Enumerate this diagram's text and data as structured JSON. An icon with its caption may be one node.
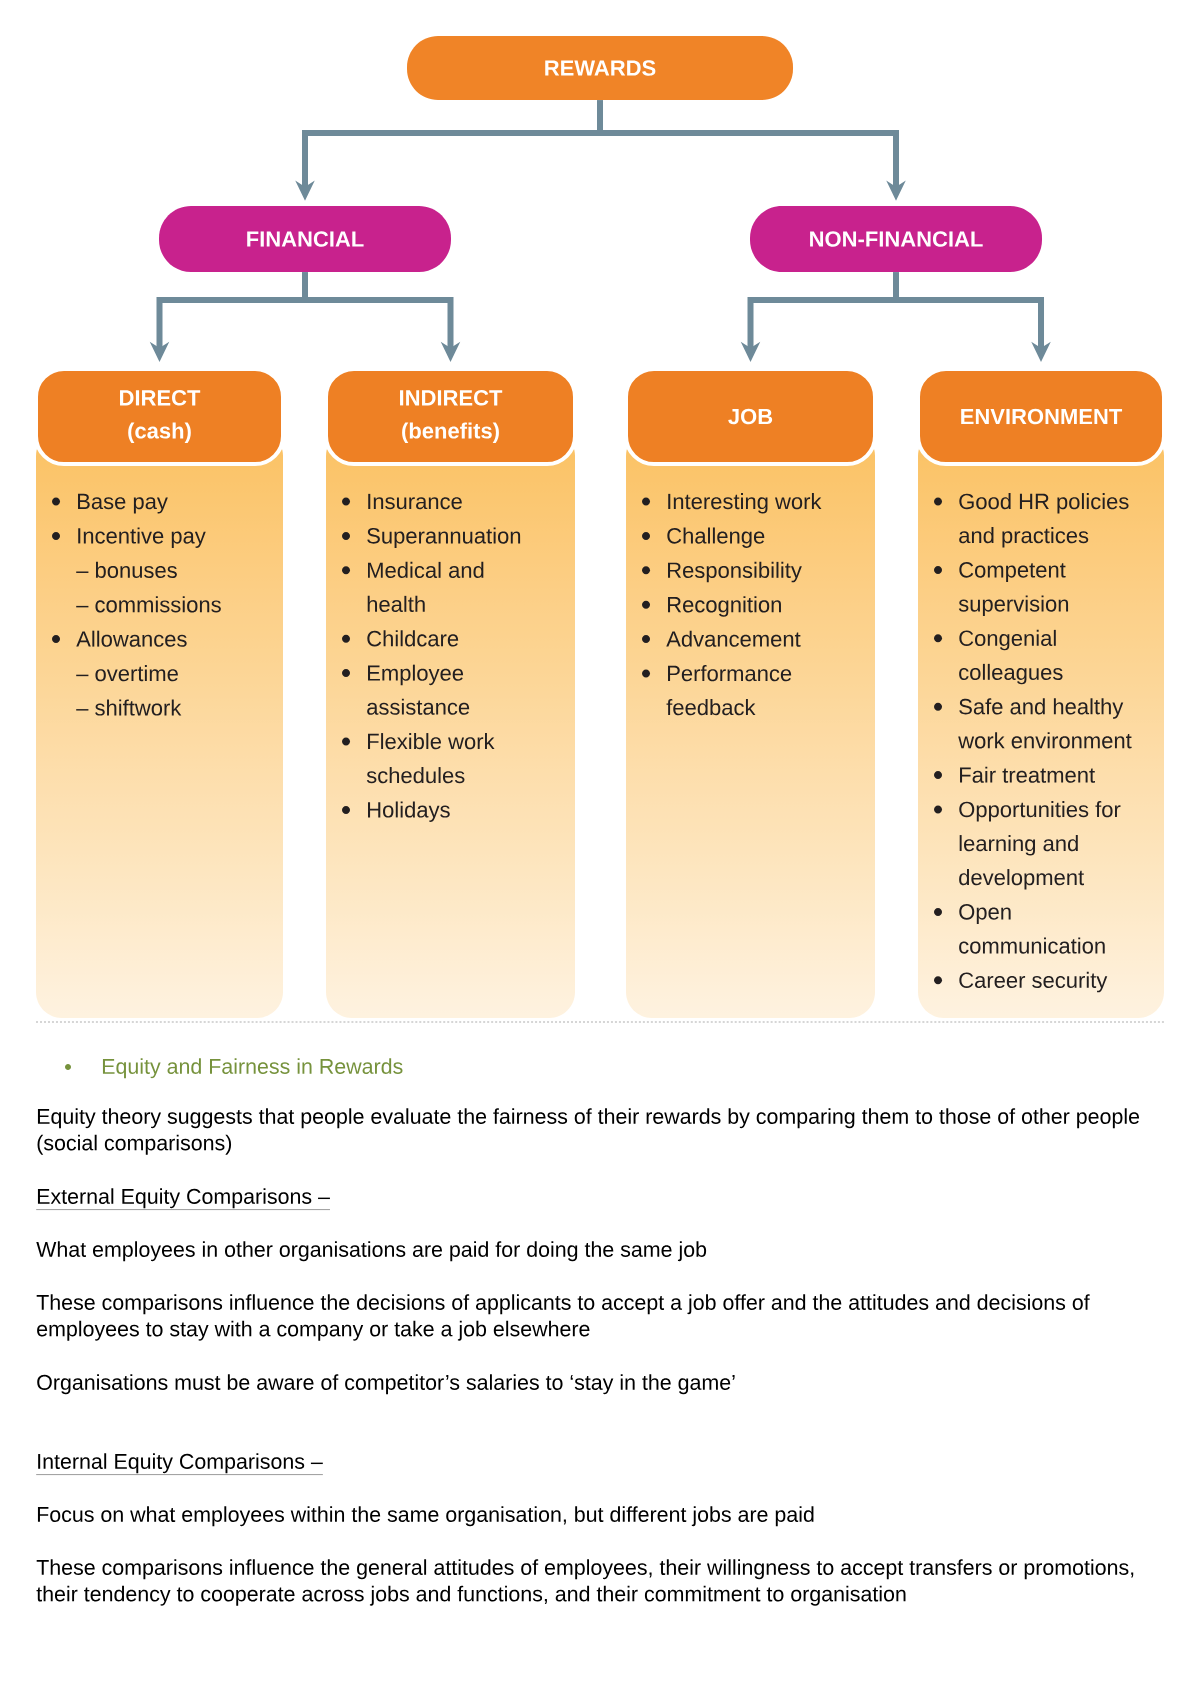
{
  "diagram": {
    "nodes": [
      {
        "text": [
          "REWARDS"
        ]
      },
      {
        "text": [
          "FINANCIAL"
        ]
      },
      {
        "text": [
          "NON-FINANCIAL"
        ]
      },
      {
        "text": [
          "DIRECT (cash)",
          "Base pay",
          "Incentive pay",
          "– bonuses",
          "– commissions",
          "Allowances",
          "– overtime",
          "– shiftwork"
        ]
      },
      {
        "text": [
          "INDIRECT (benefits)",
          "Insurance",
          "Superannuation",
          "Medical and health",
          "Childcare",
          "Employee assistance",
          "Flexible work schedules",
          "Holidays"
        ]
      },
      {
        "text": [
          "JOB",
          "Interesting work",
          "Challenge",
          "Responsibility",
          "Recognition",
          "Advancement",
          "Performance feedback"
        ]
      },
      {
        "text": [
          "ENVIRONMENT",
          "Good HR policies and practices",
          "Competent supervision",
          "Congenial colleagues",
          "Safe and healthy work environment",
          "Fair treatment",
          "Opportunities for learning and development",
          "Open communication",
          "Career security"
        ]
      }
    ],
    "edges": [
      {
        "from": 0,
        "to": 1,
        "arrow": "to"
      },
      {
        "from": 0,
        "to": 2,
        "arrow": "to"
      },
      {
        "from": 1,
        "to": 3,
        "arrow": "to"
      },
      {
        "from": 1,
        "to": 4,
        "arrow": "to"
      },
      {
        "from": 2,
        "to": 5,
        "arrow": "to"
      },
      {
        "from": 2,
        "to": 6,
        "arrow": "to"
      }
    ],
    "labels": [
      "Equity and Fairness in Rewards",
      "Equity theory suggests that people evaluate the fairness of their rewards by comparing them to those of other people (social comparisons)",
      "External Equity Comparisons –",
      "What employees in other organisations are paid for doing the same job",
      "These comparisons influence the decisions of applicants to accept a job offer and the attitudes and decisions of employees to stay with a company or take a job elsewhere",
      "Organisations must be aware of competitor’s salaries to ‘stay in the game’",
      "Internal Equity Comparisons –",
      "Focus on what employees within the same organisation, but different jobs are paid",
      "These comparisons influence the general attitudes of employees, their willingness to accept transfers or promotions, their tendency to cooperate across jobs and functions, and their commitment to organisation"
    ]
  }
}
